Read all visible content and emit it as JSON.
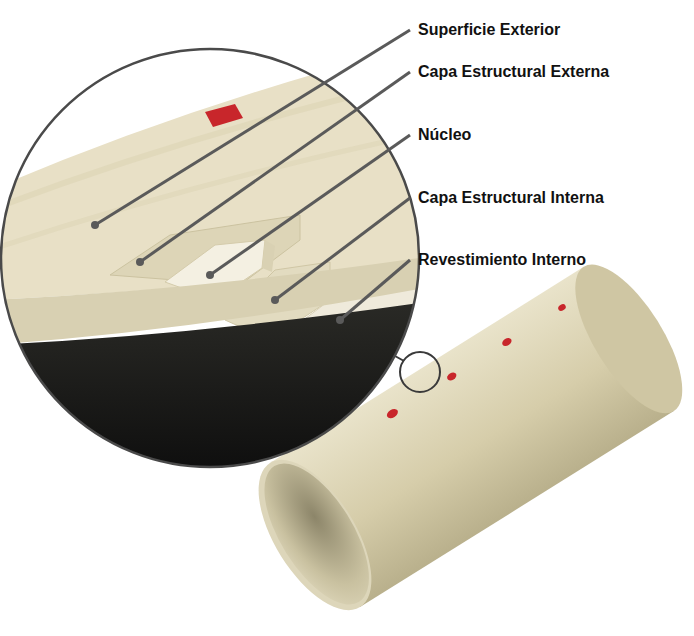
{
  "diagram": {
    "labels": [
      "Superficie Exterior",
      "Capa Estructural Externa",
      "Núcleo",
      "Capa Estructural Interna",
      "Revestimiento Interno"
    ]
  }
}
